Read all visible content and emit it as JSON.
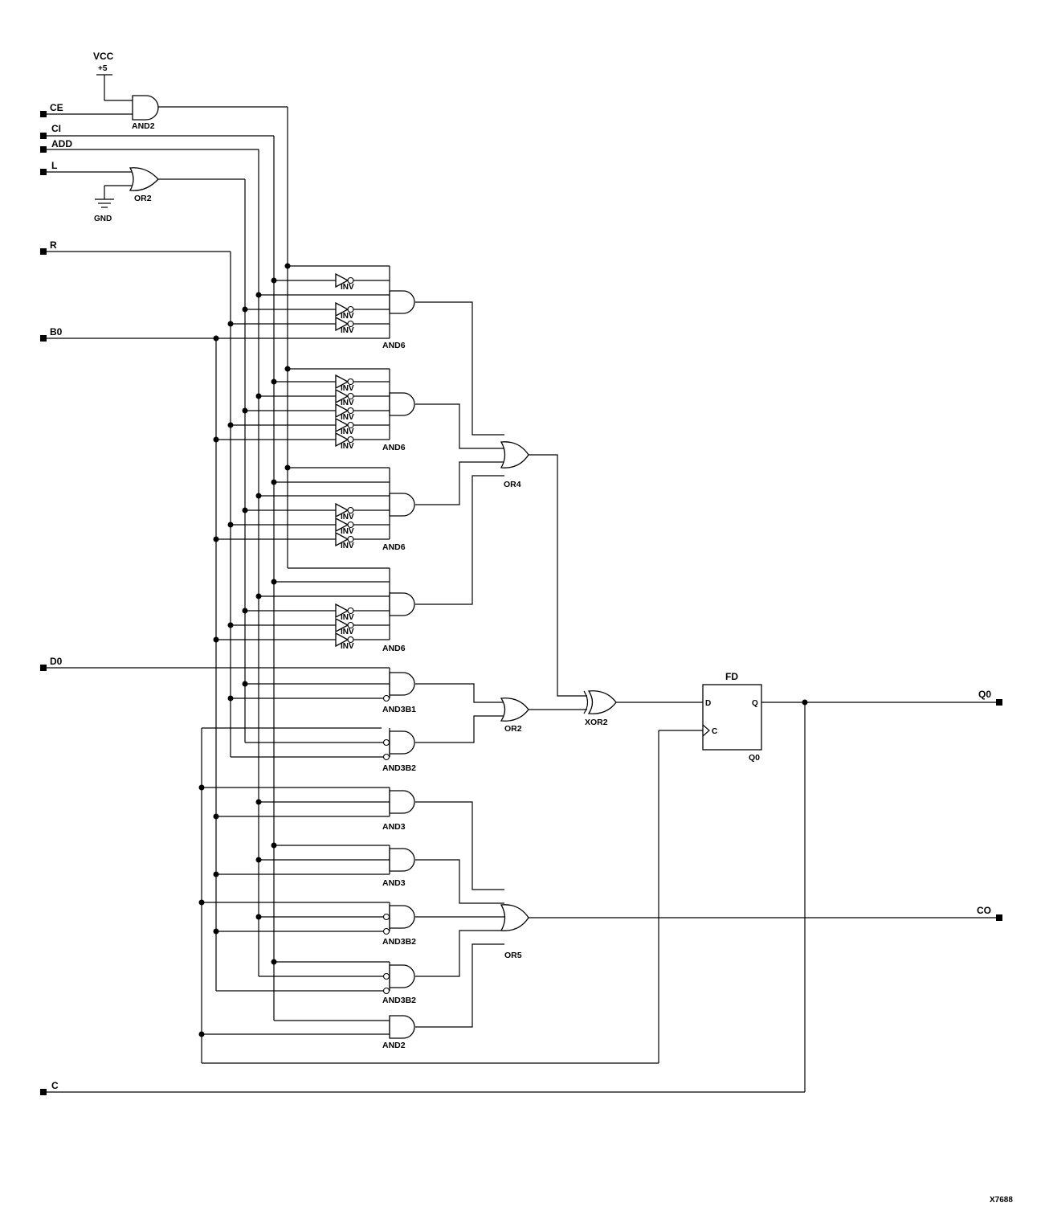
{
  "figure_id": "X7688",
  "power": {
    "vcc_label": "VCC",
    "vcc_value": "+5",
    "gnd_label": "GND"
  },
  "inputs": [
    "CE",
    "CI",
    "ADD",
    "L",
    "R",
    "B0",
    "D0",
    "C"
  ],
  "outputs": [
    "Q0",
    "CO"
  ],
  "gate_labels": {
    "and2": "AND2",
    "or2": "OR2",
    "inv": "INV",
    "and6": "AND6",
    "or4": "OR4",
    "and3b1": "AND3B1",
    "and3b2": "AND3B2",
    "and3": "AND3",
    "or5": "OR5",
    "xor2": "XOR2"
  },
  "flipflop": {
    "label": "FD",
    "pin_d": "D",
    "pin_q": "Q",
    "pin_c": "C",
    "instance": "Q0"
  }
}
